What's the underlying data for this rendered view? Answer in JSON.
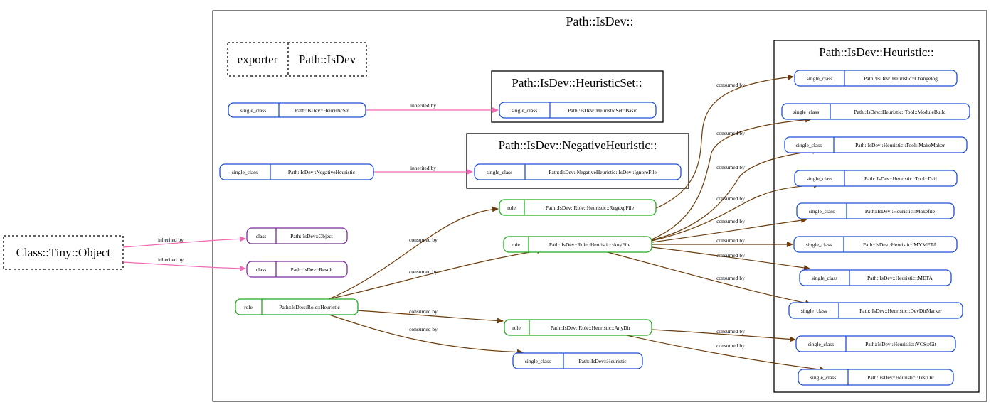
{
  "clusters": {
    "main": "Path::IsDev::",
    "heuristic_set": "Path::IsDev::HeuristicSet::",
    "negative_heuristic": "Path::IsDev::NegativeHeuristic::",
    "heuristic": "Path::IsDev::Heuristic::"
  },
  "export_node": {
    "left": "exporter",
    "right": "Path::IsDev"
  },
  "external_node": "Class::Tiny::Object",
  "nodes": {
    "heuristic_set_base": {
      "kind": "single_class",
      "name": "Path::IsDev::HeuristicSet"
    },
    "negative_heuristic_base": {
      "kind": "single_class",
      "name": "Path::IsDev::NegativeHeuristic"
    },
    "isdev_object": {
      "kind": "class",
      "name": "Path::IsDev::Object"
    },
    "isdev_result": {
      "kind": "class",
      "name": "Path::IsDev::Result"
    },
    "role_heuristic": {
      "kind": "role",
      "name": "Path::IsDev::Role::Heuristic"
    },
    "role_regexpfile": {
      "kind": "role",
      "name": "Path::IsDev::Role::Heuristic::RegexpFile"
    },
    "role_anyfile": {
      "kind": "role",
      "name": "Path::IsDev::Role::Heuristic::AnyFile"
    },
    "role_anydir": {
      "kind": "role",
      "name": "Path::IsDev::Role::Heuristic::AnyDir"
    },
    "isdev_heuristic": {
      "kind": "single_class",
      "name": "Path::IsDev::Heuristic"
    },
    "heuristicset_basic": {
      "kind": "single_class",
      "name": "Path::IsDev::HeuristicSet::Basic"
    },
    "neg_ignorefile": {
      "kind": "single_class",
      "name": "Path::IsDev::NegativeHeuristic::IsDev::IgnoreFile"
    },
    "h_changelog": {
      "kind": "single_class",
      "name": "Path::IsDev::Heuristic::Changelog"
    },
    "h_modulebuild": {
      "kind": "single_class",
      "name": "Path::IsDev::Heuristic::Tool::ModuleBuild"
    },
    "h_makemaker": {
      "kind": "single_class",
      "name": "Path::IsDev::Heuristic::Tool::MakeMaker"
    },
    "h_dzil": {
      "kind": "single_class",
      "name": "Path::IsDev::Heuristic::Tool::Dzil"
    },
    "h_makefile": {
      "kind": "single_class",
      "name": "Path::IsDev::Heuristic::Makefile"
    },
    "h_mymeta": {
      "kind": "single_class",
      "name": "Path::IsDev::Heuristic::MYMETA"
    },
    "h_meta": {
      "kind": "single_class",
      "name": "Path::IsDev::Heuristic::META"
    },
    "h_devdirmarker": {
      "kind": "single_class",
      "name": "Path::IsDev::Heuristic::DevDirMarker"
    },
    "h_vcsgit": {
      "kind": "single_class",
      "name": "Path::IsDev::Heuristic::VCS::Git"
    },
    "h_testdir": {
      "kind": "single_class",
      "name": "Path::IsDev::Heuristic::TestDir"
    }
  },
  "edge_labels": {
    "inherited_by": "inherited by",
    "consumed_by": "consumed by"
  },
  "colors": {
    "single_class": "#1f4fd8",
    "class": "#7b2a9a",
    "role": "#22aa22",
    "inherit_edge": "#f06ab4",
    "consume_edge": "#6b3c0b"
  }
}
